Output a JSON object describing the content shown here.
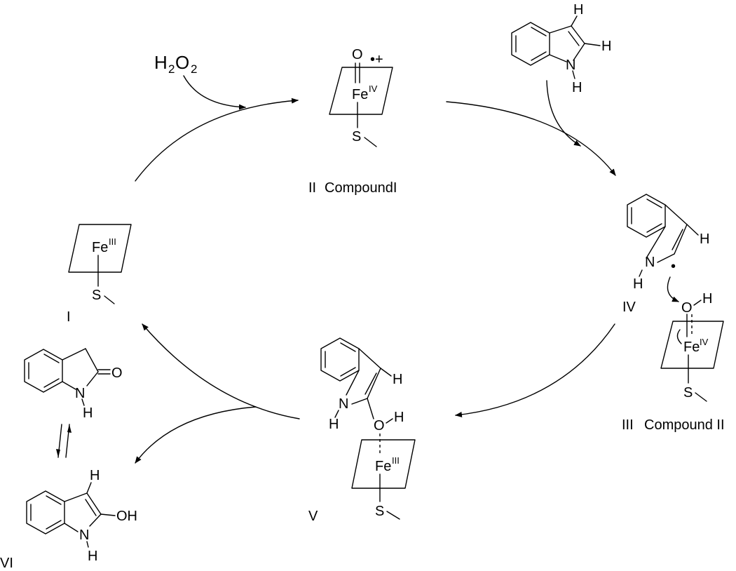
{
  "reagents": {
    "h2o2": {
      "h": "H",
      "sub1": "2",
      "o": "O",
      "sub2": "2"
    }
  },
  "atoms": {
    "fe": "Fe",
    "s": "S",
    "o": "O",
    "n": "N",
    "h": "H",
    "oh": "OH",
    "ox_fe3": "III",
    "ox_fe4": "IV",
    "radical_cation": "•+",
    "radical": "•"
  },
  "labels": {
    "i": "I",
    "ii": "II",
    "compound_i": "CompoundI",
    "iii": "III",
    "compound_ii": "Compound II",
    "iv": "IV",
    "v": "V",
    "vi": "VI"
  }
}
